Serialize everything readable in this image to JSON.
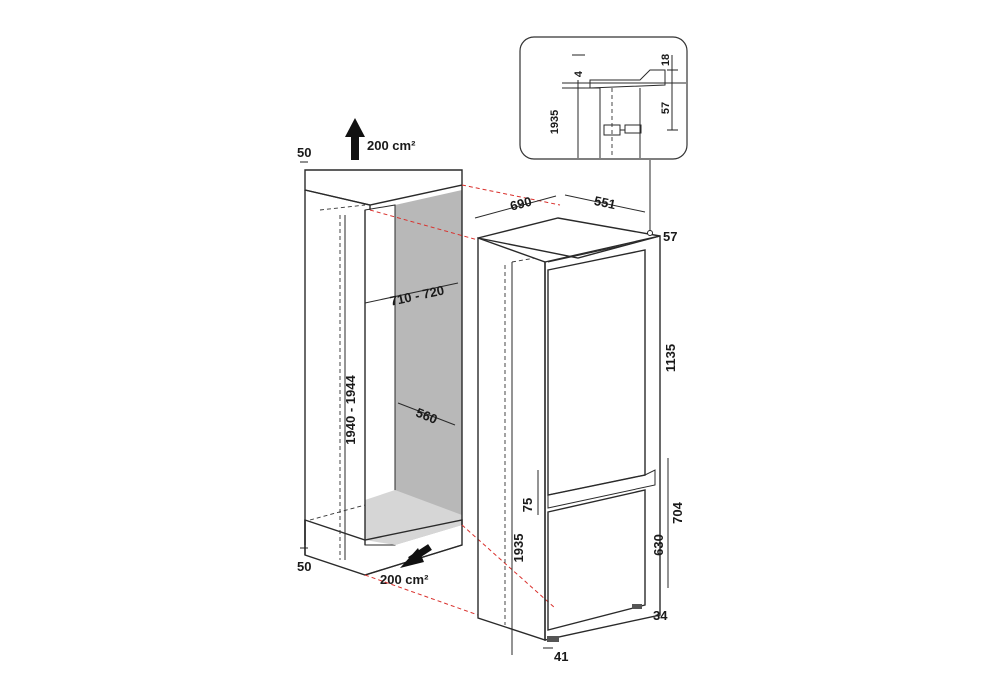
{
  "labels": {
    "vent_top_area": "200 cm²",
    "vent_bottom_area": "200 cm²",
    "gap_top": "50",
    "gap_bottom": "50",
    "niche_width": "560",
    "niche_depth": "710 - 720",
    "niche_height": "1940 - 1944",
    "appliance_depth": "551",
    "appliance_depth_total": "690",
    "top_offset": "57",
    "fridge_door": "1135",
    "door_gap": "75",
    "freezer_door_outer": "704",
    "freezer_door": "630",
    "appliance_height": "1935",
    "bottom_gap": "34",
    "foot_offset": "41"
  },
  "detail": {
    "dim_4": "4",
    "dim_18": "18",
    "dim_57": "57",
    "dim_1935": "1935"
  },
  "colors": {
    "niche_interior": "#b8b8b8",
    "niche_floor": "#d6d6d6",
    "alignment_lines": "#d9302c",
    "outline": "#2a2a2a"
  }
}
